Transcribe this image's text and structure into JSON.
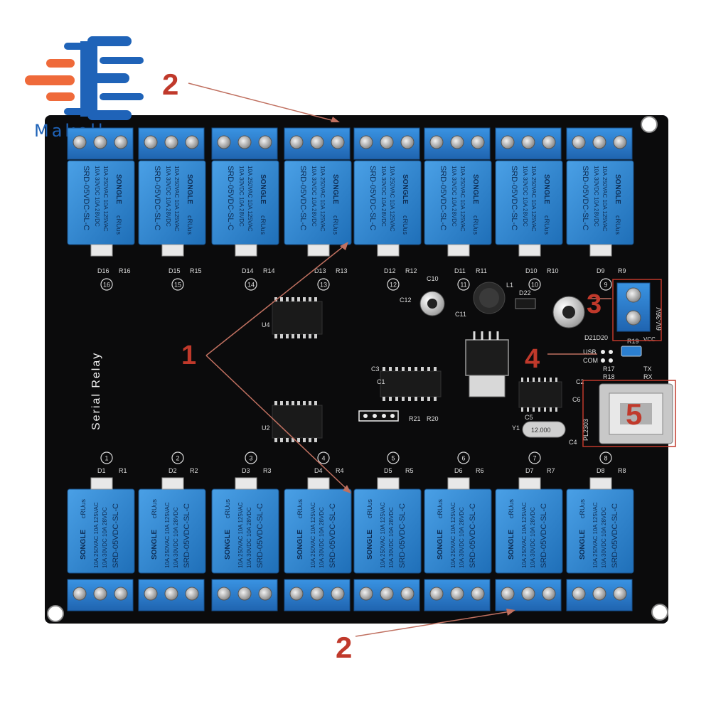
{
  "logo": {
    "text": "Makell"
  },
  "board": {
    "title": "Serial Relay",
    "relay_label": {
      "brand": "SONGLE",
      "model": "SRD-05VDC-SL-C",
      "rating_lines": [
        "10A 250VAC 10A 125VAC",
        "10A 30VDC 10A 28VDC"
      ],
      "cert": "cRUus"
    },
    "top_relays": [
      {
        "num": "16",
        "d": "D16",
        "r": "R16"
      },
      {
        "num": "15",
        "d": "D15",
        "r": "R15"
      },
      {
        "num": "14",
        "d": "D14",
        "r": "R14"
      },
      {
        "num": "13",
        "d": "D13",
        "r": "R13"
      },
      {
        "num": "12",
        "d": "D12",
        "r": "R12"
      },
      {
        "num": "11",
        "d": "D11",
        "r": "R11"
      },
      {
        "num": "10",
        "d": "D10",
        "r": "R10"
      },
      {
        "num": "9",
        "d": "D9",
        "r": "R9"
      }
    ],
    "bottom_relays": [
      {
        "num": "1",
        "d": "D1",
        "r": "R1"
      },
      {
        "num": "2",
        "d": "D2",
        "r": "R2"
      },
      {
        "num": "3",
        "d": "D3",
        "r": "R3"
      },
      {
        "num": "4",
        "d": "D4",
        "r": "R4"
      },
      {
        "num": "5",
        "d": "D5",
        "r": "R5"
      },
      {
        "num": "6",
        "d": "D6",
        "r": "R6"
      },
      {
        "num": "7",
        "d": "D7",
        "r": "R7"
      },
      {
        "num": "8",
        "d": "D8",
        "r": "R8"
      }
    ],
    "labels": {
      "u4": "U4",
      "u2": "U2",
      "c10": "C10",
      "c11": "C11",
      "c12": "C12",
      "l1": "L1",
      "d22": "D22",
      "d21d20": "D21D20",
      "c3": "C3",
      "c1": "C1",
      "r21": "R21",
      "r20": "R20",
      "c5": "C5",
      "c4": "C4",
      "y1": "Y1",
      "c6": "C6",
      "c2": "C2",
      "r17": "R17",
      "r18": "R18",
      "r19": "R19",
      "usb": "USB",
      "com": "COM",
      "tx": "TX",
      "rx": "RX",
      "vcc": "VCC",
      "power": "6V-36V",
      "crystal": "12.000",
      "usb_chip": "PL2303"
    }
  },
  "callouts": {
    "c1": "1",
    "c2_top": "2",
    "c2_bottom": "2",
    "c3": "3",
    "c4": "4",
    "c5": "5"
  },
  "colors": {
    "pcb": "#0b0b0c",
    "relay_blue": "#2f83cc",
    "terminal_blue": "#2b7fd0",
    "callout_red": "#c0392b",
    "logo_orange": "#ef6a3a",
    "logo_blue": "#1f63b8"
  }
}
